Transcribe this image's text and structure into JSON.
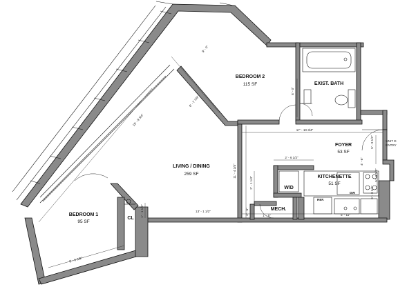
{
  "rooms": {
    "bedroom2": {
      "name": "BEDROOM 2",
      "area": "115 SF"
    },
    "bath": {
      "name": "EXIST. BATH"
    },
    "foyer": {
      "name": "FOYER",
      "area": "53 SF"
    },
    "unit_entry": {
      "line1": "UNIT D",
      "line2": "ENTRY"
    },
    "living": {
      "name": "LIVING / DINING",
      "area": "259 SF"
    },
    "kitchenette": {
      "name": "KITCHENETTE",
      "area": "51 SF"
    },
    "wd": {
      "name": "W/D"
    },
    "mech": {
      "name": "MECH."
    },
    "bedroom1": {
      "name": "BEDROOM 1",
      "area": "95 SF"
    },
    "closet": {
      "name": "CL"
    }
  },
  "fixtures": {
    "ref": "REF.",
    "dw": "DW"
  },
  "dimensions": {
    "d1": "9' - 0\"",
    "d2": "8' - 0\"",
    "d3": "6' - 7 7/8\"",
    "d4": "15' - 9 3/4\"",
    "d5": "17' - 10 3/4\"",
    "d6": "5' - 9 1/2\"",
    "d7": "11' - 4 3/4\"",
    "d8": "2' - 1 1/4\"",
    "d9": "2' - 6 1/2\"",
    "d10": "4' - 6\"",
    "d11": "5' - 9 1/4\"",
    "d12": "6' - 3 1/4\"",
    "d13": "13' - 1 1/2\"",
    "d14": "2' - 6\"",
    "d15": "1' - 5\"",
    "d16": "5' - 11\"",
    "d17": "8' - 6 3/8\"",
    "d18": "1' - 1 1/2\""
  }
}
